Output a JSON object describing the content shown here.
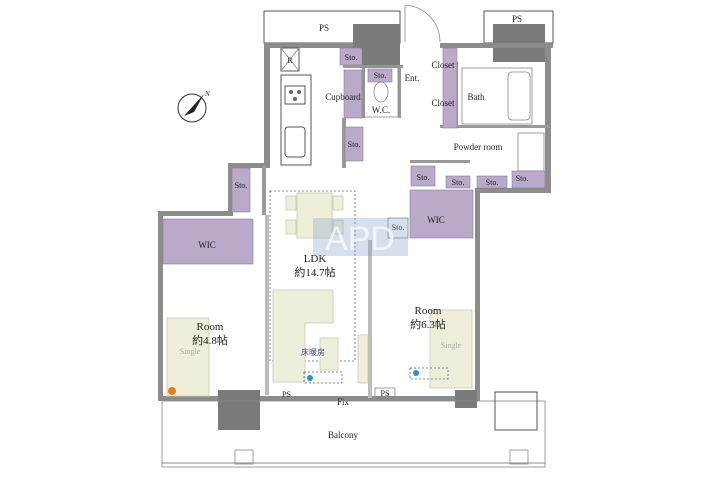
{
  "plan": {
    "watermark": "APD",
    "compass_label": "N",
    "colors": {
      "storage": "#b9aac9",
      "wall": "#8c8c8c",
      "furniture": "#efeedb",
      "water": "#2a8fd8",
      "heater": "#e87a20"
    },
    "rooms": {
      "ps_top_left": "PS",
      "ps_top_right": "PS",
      "refrigerator": "R",
      "entrance": "Ent.",
      "cupboard": "Cupboard",
      "wc": "W.C.",
      "closet_1": "Closet",
      "closet_2": "Closet",
      "bath": "Bath",
      "powder_room": "Powder room",
      "ldk": "LDK",
      "ldk_size": "約14.7帖",
      "floor_heating": "床暖房",
      "room_left": "Room",
      "room_left_size": "約4.8帖",
      "room_left_bed": "Single",
      "room_right": "Room",
      "room_right_size": "約6.3帖",
      "room_right_bed": "Single",
      "wic_left": "WIC",
      "wic_right": "WIC",
      "ps_bottom_left": "PS",
      "ps_bottom_right": "PS",
      "fix": "Fix",
      "balcony": "Balcony"
    },
    "storage": [
      "Sto.",
      "Sto.",
      "Sto.",
      "Sto.",
      "Sto.",
      "Sto.",
      "Sto.",
      "Sto.",
      "Sto."
    ]
  }
}
